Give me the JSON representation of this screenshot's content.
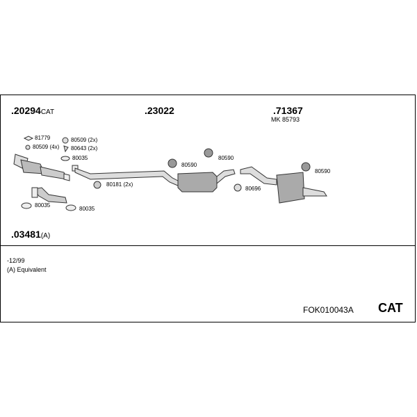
{
  "header_parts": {
    "p1": {
      "number": ".20294",
      "suffix": "CAT"
    },
    "p2": {
      "number": ".23022"
    },
    "p3": {
      "number": ".71367",
      "sub": "MK  85793"
    }
  },
  "callouts": {
    "c81779": "81779",
    "c80509x4": "80509 (4x)",
    "c80509x2": "80509 (2x)",
    "c80643x2": "80643 (2x)",
    "c80035a": "80035",
    "c80181x2": "80181 (2x)",
    "c80035b": "80035",
    "c80035c": "80035",
    "c80590a": "80590",
    "c80590b": "80590",
    "c80696": "80696",
    "c80590c": "80590"
  },
  "lower_part": {
    "number": ".03481",
    "suffix": "(A)"
  },
  "notes": {
    "date": "-12/99",
    "equivalent": "(A) Equivalent"
  },
  "footer": {
    "kit_code": "FOK010043A",
    "cat": "CAT"
  }
}
